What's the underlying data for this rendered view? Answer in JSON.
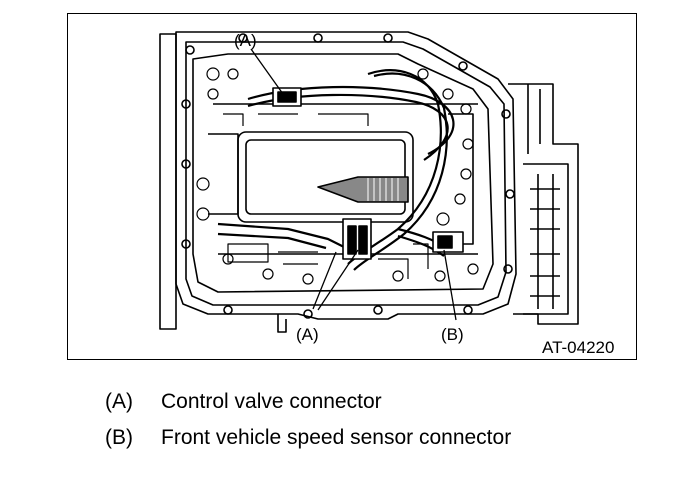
{
  "figure": {
    "id": "AT-04220",
    "callouts": {
      "a": "(A)",
      "b": "(B)"
    }
  },
  "legend": [
    {
      "key": "(A)",
      "text": "Control valve connector"
    },
    {
      "key": "(B)",
      "text": "Front vehicle speed sensor connector"
    }
  ]
}
